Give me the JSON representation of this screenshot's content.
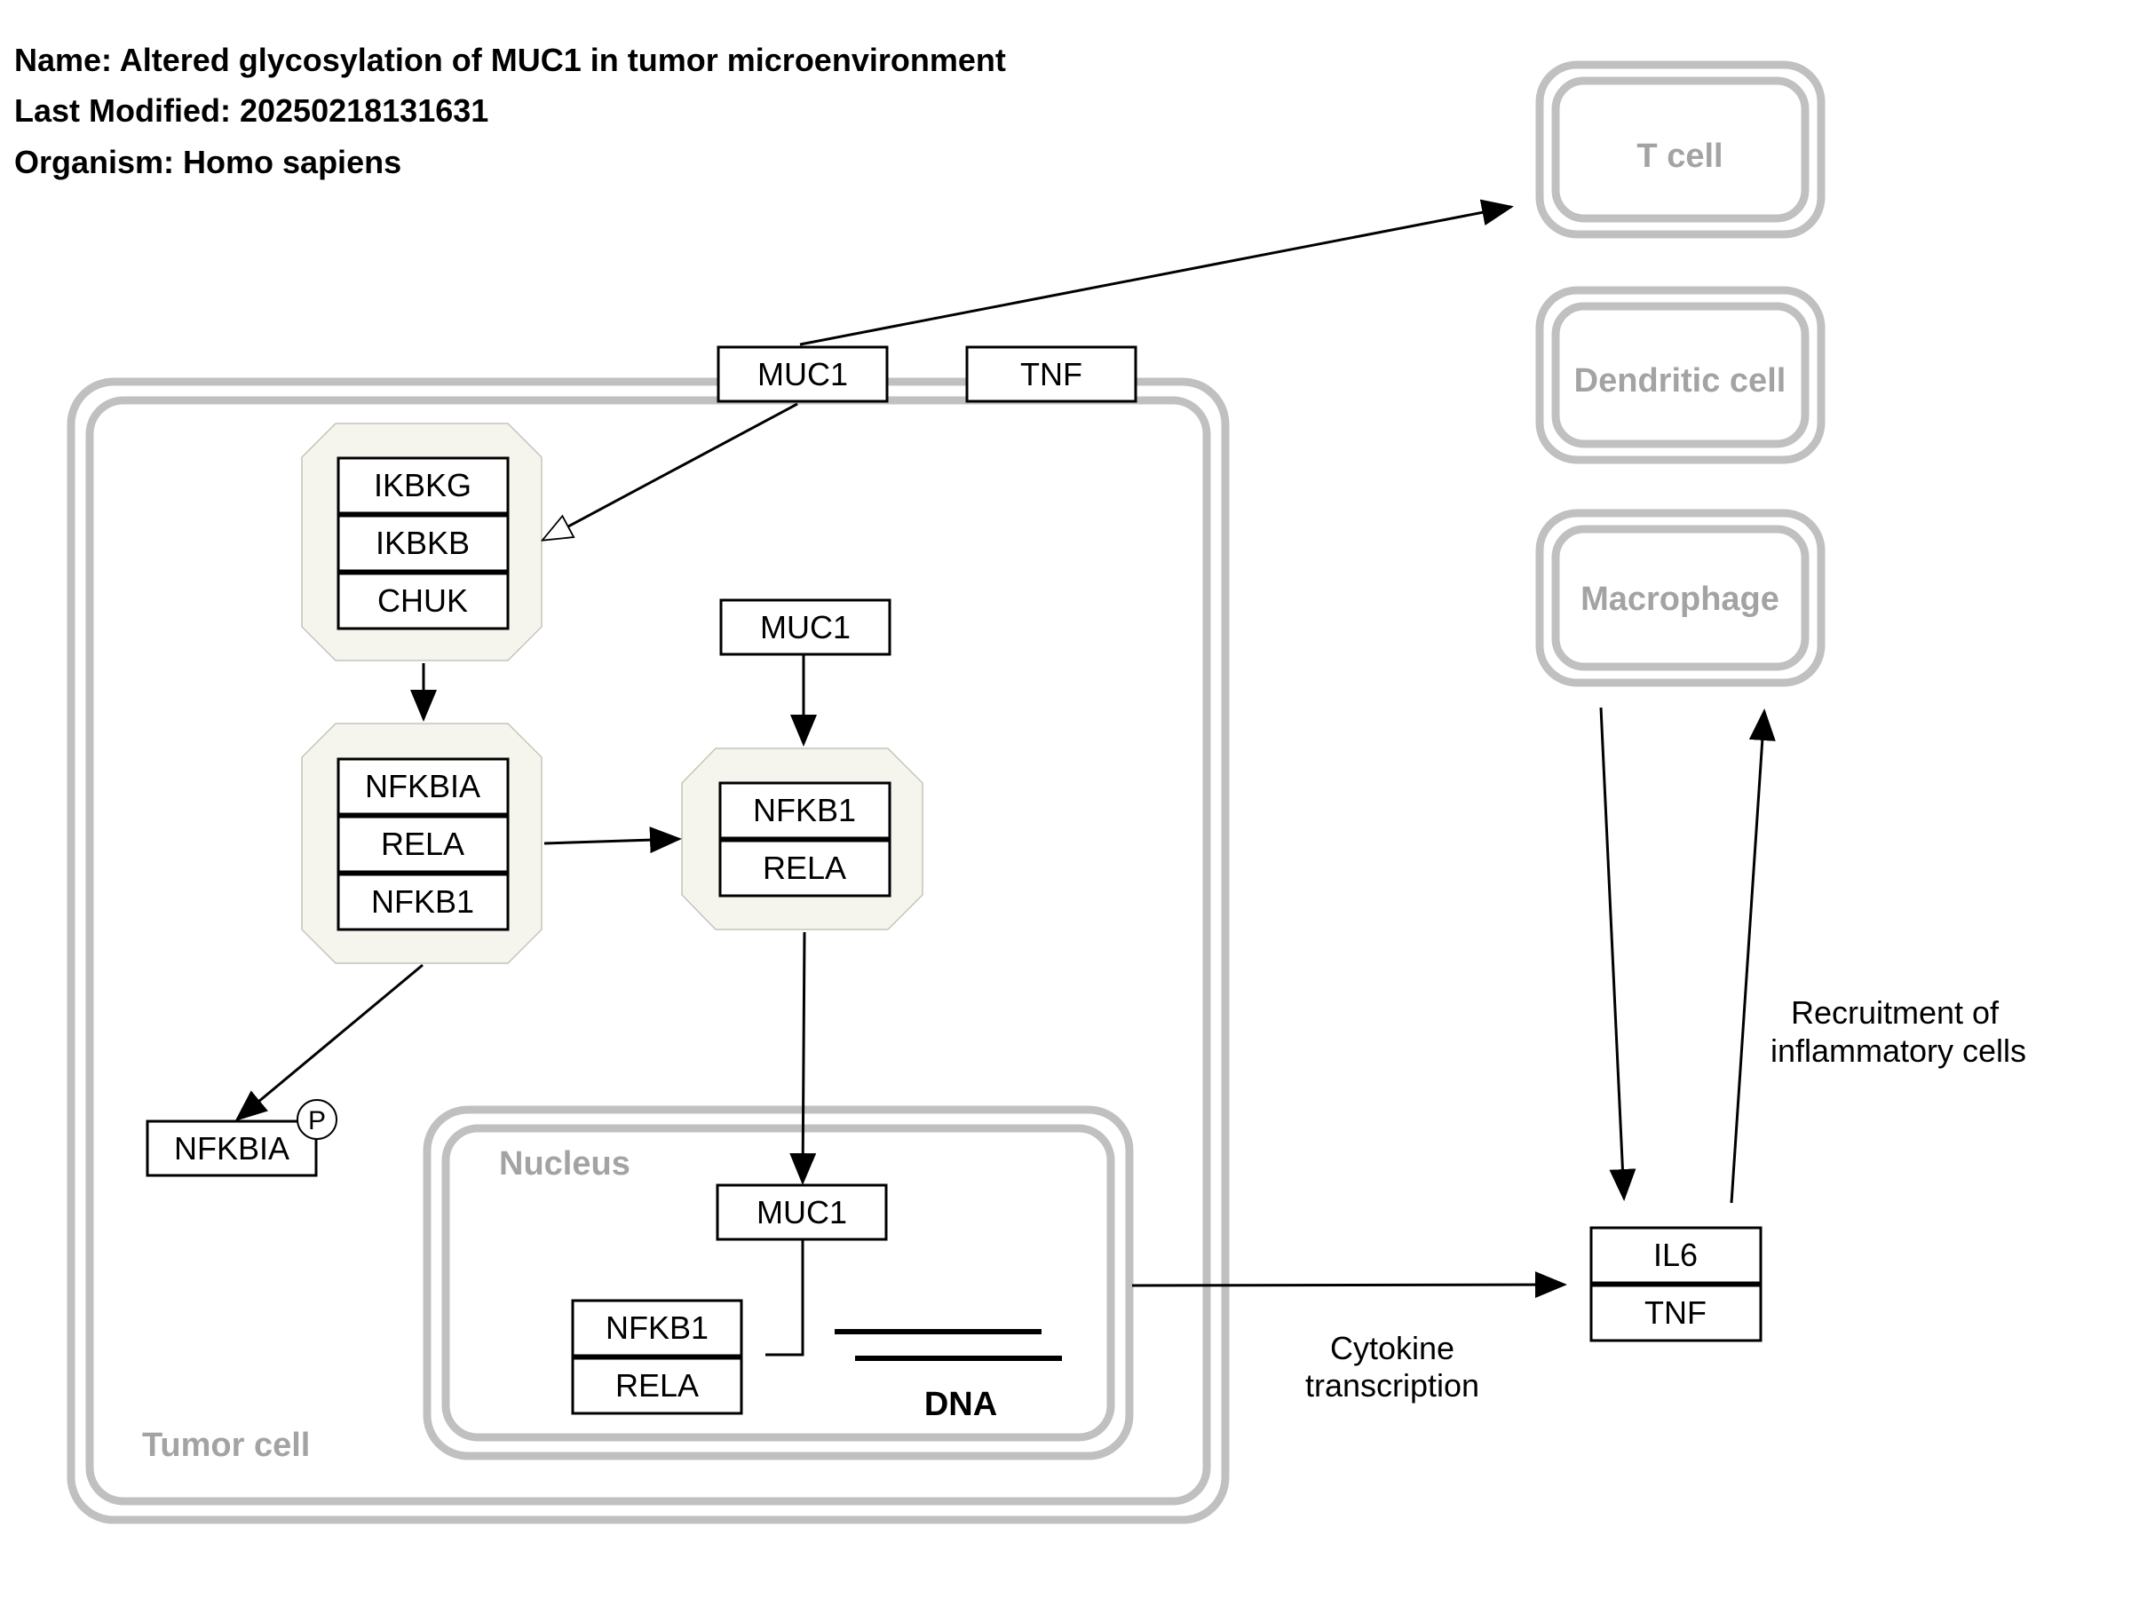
{
  "header": {
    "name": "Name: Altered glycosylation of MUC1 in tumor microenvironment",
    "modified": "Last Modified: 20250218131631",
    "organism": "Organism: Homo sapiens"
  },
  "compartments": {
    "t_cell": "T cell",
    "dendritic_cell": "Dendritic cell",
    "macrophage": "Macrophage",
    "tumor_cell": "Tumor cell",
    "nucleus": "Nucleus"
  },
  "nodes": {
    "muc1_membrane": "MUC1",
    "tnf_membrane": "TNF",
    "ikbkg": "IKBKG",
    "ikbkb": "IKBKB",
    "chuk": "CHUK",
    "nfkbia_complex": "NFKBIA",
    "rela_complex1": "RELA",
    "nfkb1_complex1": "NFKB1",
    "muc1_cytoplasm": "MUC1",
    "nfkb1_complex2": "NFKB1",
    "rela_complex2": "RELA",
    "nfkbia_phospho": "NFKBIA",
    "phospho_mark": "P",
    "muc1_nucleus": "MUC1",
    "nfkb1_nucleus": "NFKB1",
    "rela_nucleus": "RELA",
    "il6": "IL6",
    "tnf_secreted": "TNF"
  },
  "labels": {
    "dna": "DNA",
    "cytokine_1": "Cytokine",
    "cytokine_2": "transcription",
    "recruit_1": "Recruitment of",
    "recruit_2": "inflammatory cells"
  },
  "colors": {
    "compartment_border": "#c0c0c0",
    "compartment_label": "#a3a3a3",
    "complex_fill": "#f5f5ee",
    "node_border": "#000000"
  }
}
